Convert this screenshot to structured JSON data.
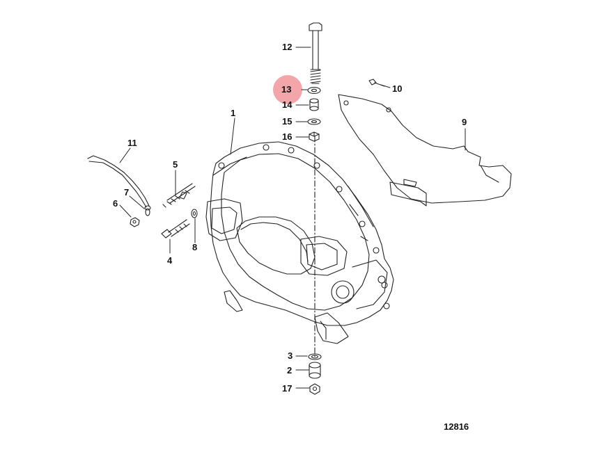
{
  "diagram": {
    "figure_number": "12816",
    "highlight_color": "#f3a6aa",
    "line_color": "#222222",
    "highlighted_callout": "13",
    "callouts": [
      {
        "id": "c1",
        "label": "1"
      },
      {
        "id": "c2",
        "label": "2"
      },
      {
        "id": "c3",
        "label": "3"
      },
      {
        "id": "c4",
        "label": "4"
      },
      {
        "id": "c5",
        "label": "5"
      },
      {
        "id": "c6",
        "label": "6"
      },
      {
        "id": "c7",
        "label": "7"
      },
      {
        "id": "c8",
        "label": "8"
      },
      {
        "id": "c9",
        "label": "9"
      },
      {
        "id": "c10",
        "label": "10"
      },
      {
        "id": "c11",
        "label": "11"
      },
      {
        "id": "c12",
        "label": "12"
      },
      {
        "id": "c13",
        "label": "13"
      },
      {
        "id": "c14",
        "label": "14"
      },
      {
        "id": "c15",
        "label": "15"
      },
      {
        "id": "c16",
        "label": "16"
      },
      {
        "id": "c17",
        "label": "17"
      }
    ]
  }
}
